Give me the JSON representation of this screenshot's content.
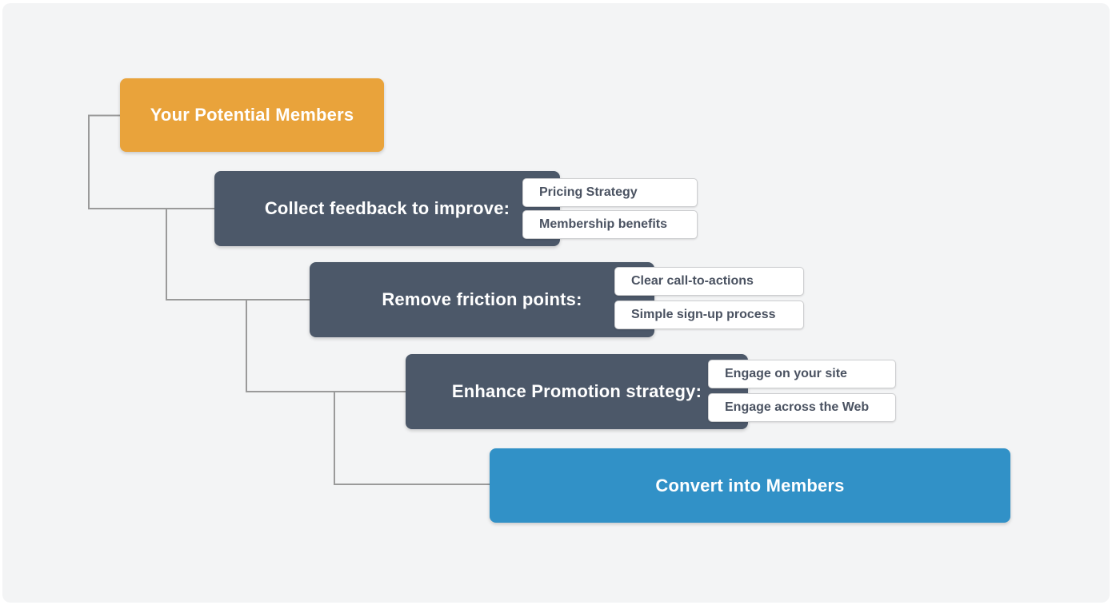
{
  "diagram": {
    "background_color": "#F3F4F5",
    "connector_color": "#9A9A9A",
    "tag_text_color": "#4A5261",
    "nodes": [
      {
        "id": "potential-members",
        "label": "Your Potential Members",
        "bg": "#E9A33B",
        "text_color": "#FFFFFF",
        "tags": []
      },
      {
        "id": "collect-feedback",
        "label": "Collect feedback to improve:",
        "bg": "#4C5869",
        "text_color": "#FFFFFF",
        "tags": [
          "Pricing Strategy",
          "Membership benefits"
        ]
      },
      {
        "id": "remove-friction",
        "label": "Remove friction points:",
        "bg": "#4C5869",
        "text_color": "#FFFFFF",
        "tags": [
          "Clear call-to-actions",
          "Simple sign-up process"
        ]
      },
      {
        "id": "enhance-promotion",
        "label": "Enhance Promotion strategy:",
        "bg": "#4C5869",
        "text_color": "#FFFFFF",
        "tags": [
          "Engage on your site",
          "Engage across the Web"
        ]
      },
      {
        "id": "convert-members",
        "label": "Convert into Members",
        "bg": "#3191C7",
        "text_color": "#FFFFFF",
        "tags": []
      }
    ]
  }
}
